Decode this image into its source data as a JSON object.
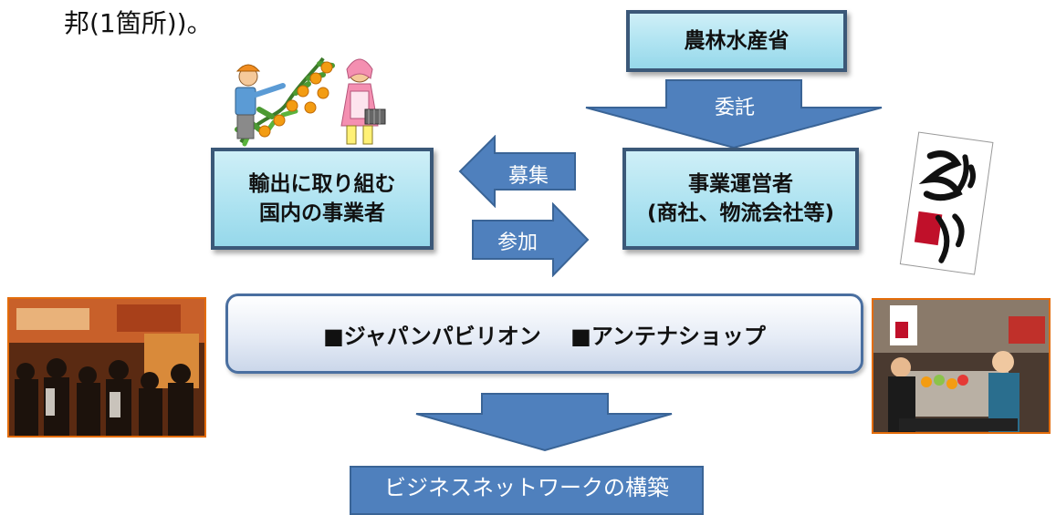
{
  "heading": {
    "text": "邦(1箇所))。"
  },
  "ministry": {
    "label": "農林水産省"
  },
  "commission_arrow": {
    "label": "委託"
  },
  "domestic_businesses": {
    "line1": "輸出に取り組む",
    "line2": "国内の事業者"
  },
  "operator": {
    "line1": "事業運営者",
    "line2": "(商社、物流会社等)"
  },
  "recruit_arrow": {
    "label": "募集"
  },
  "participate_arrow": {
    "label": "参加"
  },
  "pavilion_box": {
    "label": "■ジャパンパビリオン　 ■アンテナショップ"
  },
  "network_box": {
    "label": "ビジネスネットワークの構築"
  },
  "colors": {
    "teal_fill": "#aee3f1",
    "box_border": "#3b5878",
    "arrow_blue": "#4f80bd",
    "pavilion_border": "#4a6fa0",
    "photo_border": "#e36c0a"
  }
}
